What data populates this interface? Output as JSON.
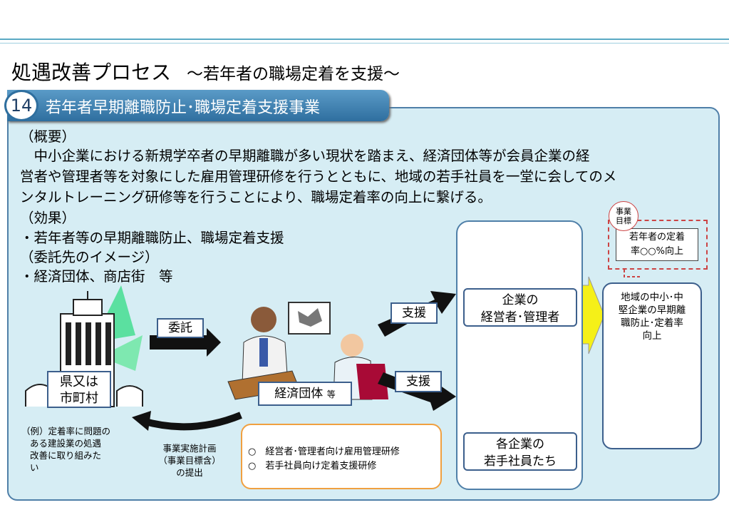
{
  "title": "処遇改善プロセス",
  "subtitle": "～若年者の職場定着を支援～",
  "section": {
    "number": "14",
    "title": "若年者早期離職防止･職場定着支援事業"
  },
  "overview": {
    "heading": "（概要）",
    "lines": [
      "　中小企業における新規学卒者の早期離職が多い現状を踏まえ、経済団体等が会員企業の経",
      "営者や管理者等を対象にした雇用管理研修を行うとともに、地域の若手社員を一堂に会してのメ",
      "ンタルトレーニング研修等を行うことにより、職場定着率の向上に繋げる。"
    ]
  },
  "effect": {
    "heading": "（効果）",
    "item": "・若年者等の早期離職防止、職場定着支援"
  },
  "contractor": {
    "heading": "（委託先のイメージ）",
    "item": "・経済団体、商店街　等"
  },
  "diagram": {
    "prefecture": [
      "県又は",
      "市町村"
    ],
    "entrust_label": "委託",
    "economic_group": "経済団体",
    "economic_group_suffix": "等",
    "support_label_1": "支援",
    "support_label_2": "支援",
    "managers": [
      "企業の",
      "経営者･管理者"
    ],
    "young_staff": [
      "各企業の",
      "若手社員たち"
    ],
    "goal_badge": [
      "事業",
      "目標"
    ],
    "goal_text": [
      "若年者の定着",
      "率○○%向上"
    ],
    "result": [
      "地域の中小･中",
      "堅企業の早期離",
      "職防止･定着率",
      "向上"
    ],
    "example": [
      "（例）定着率に問題の",
      "ある建設業の処遇",
      "改善に取り組みた",
      "い"
    ],
    "plan": [
      "事業実施計画",
      "（事業目標含）",
      "の提出"
    ],
    "trainings": [
      "○　経営者･管理者向け雇用管理研修",
      "○　若手社員向け定着支援研修"
    ]
  },
  "colors": {
    "panel": "#d6edf4",
    "banner": "#3a7fb0",
    "arrow": "#111111",
    "yellow_arrow": "#f5f018"
  }
}
